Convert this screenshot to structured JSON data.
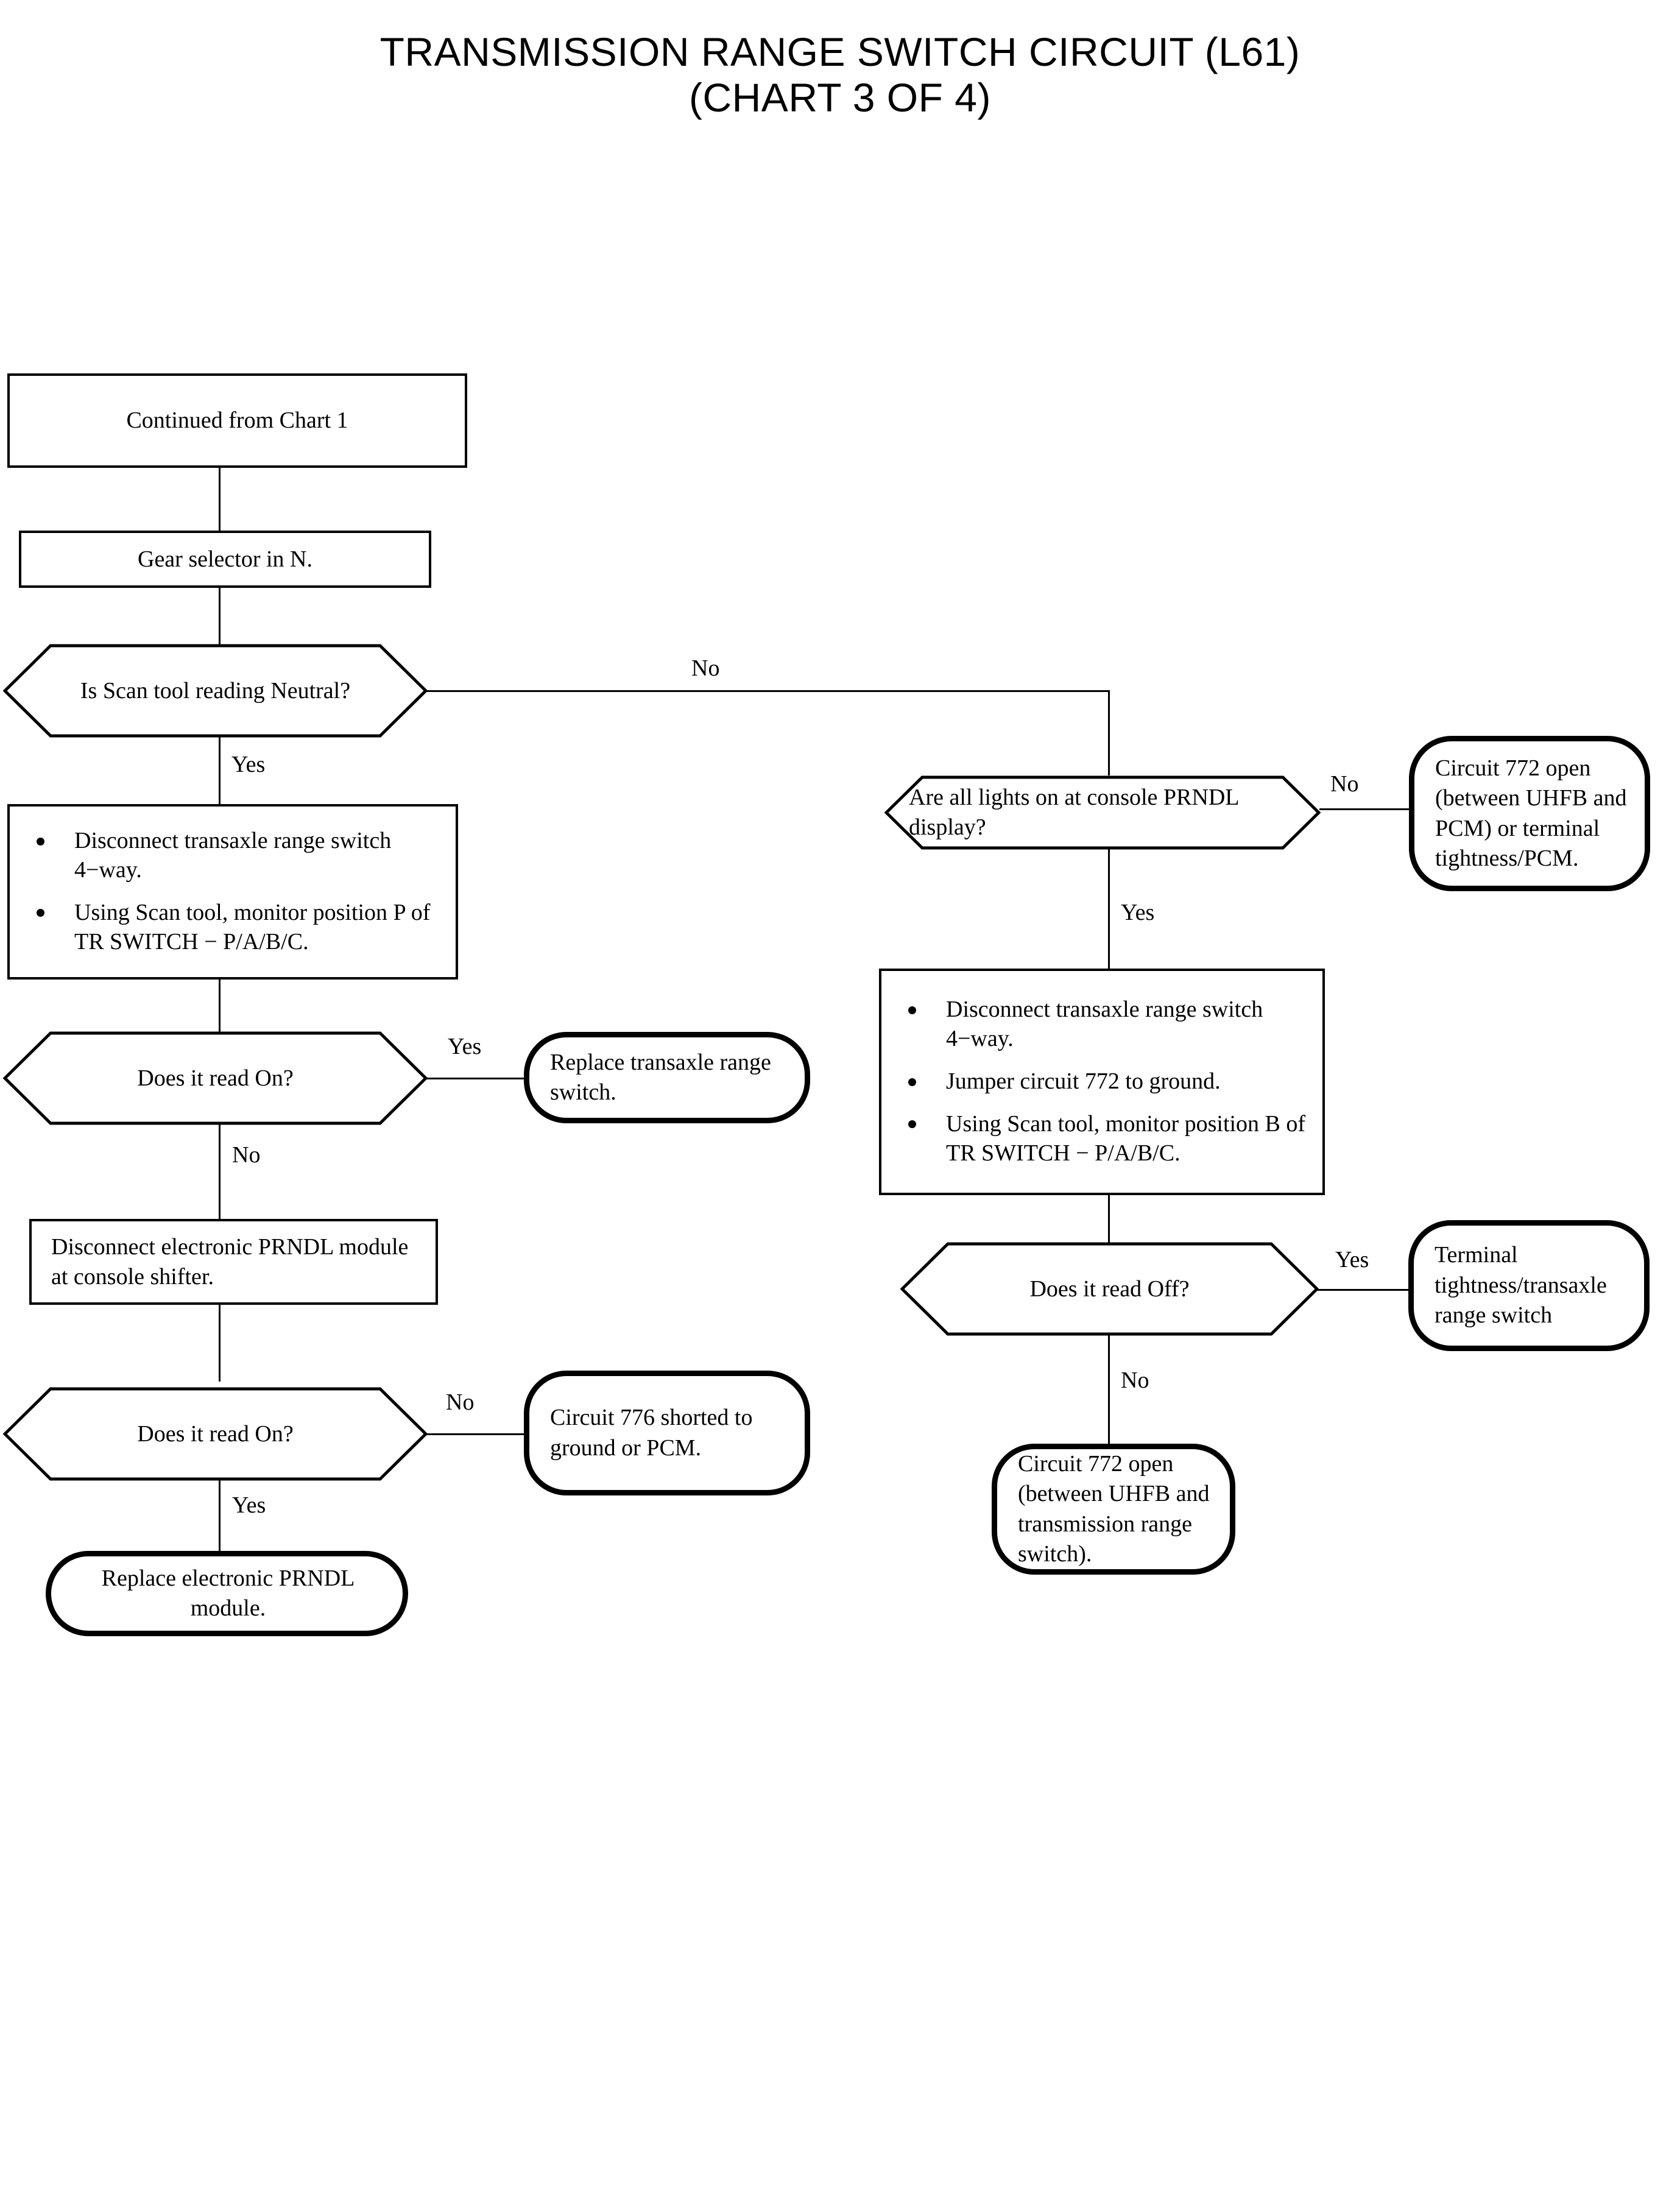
{
  "title": {
    "line1": "TRANSMISSION RANGE SWITCH CIRCUIT (L61)",
    "line2": "(CHART 3 OF 4)"
  },
  "nodes": {
    "continued_from": "Continued from Chart 1",
    "gear_selector": "Gear selector in N.",
    "scan_neutral": "Is Scan tool reading Neutral?",
    "left_steps": {
      "b1": "Disconnect transaxle range switch  4−way.",
      "b2": "Using Scan tool, monitor position P of TR SWITCH − P/A/B/C."
    },
    "left_read_on_1": "Does it read On?",
    "replace_trs": "Replace transaxle range switch.",
    "disconnect_prndl": "Disconnect electronic PRNDL module at console shifter.",
    "left_read_on_2": "Does it read On?",
    "circuit_776": "Circuit 776 shorted to ground or PCM.",
    "replace_prndl": "Replace electronic PRNDL module.",
    "lights_console": "Are all lights on at console PRNDL display?",
    "circuit_772_pcm": "Circuit 772 open (between UHFB and PCM) or terminal tightness/PCM.",
    "right_steps": {
      "b1": "Disconnect transaxle range switch  4−way.",
      "b2": "Jumper circuit 772 to ground.",
      "b3": "Using Scan tool, monitor position B of TR SWITCH − P/A/B/C."
    },
    "right_read_off": "Does it read Off?",
    "terminal_tightness": "Terminal tightness/transaxle range switch",
    "circuit_772_trs": "Circuit 772 open (between UHFB and transmission range switch)."
  },
  "edges": {
    "scan_neutral_no": "No",
    "scan_neutral_yes": "Yes",
    "left_read_on_1_yes": "Yes",
    "left_read_on_1_no": "No",
    "left_read_on_2_no": "No",
    "left_read_on_2_yes": "Yes",
    "lights_console_no": "No",
    "lights_console_yes": "Yes",
    "right_read_off_yes": "Yes",
    "right_read_off_no": "No"
  },
  "colors": {
    "stroke": "#000000",
    "background": "#ffffff"
  }
}
